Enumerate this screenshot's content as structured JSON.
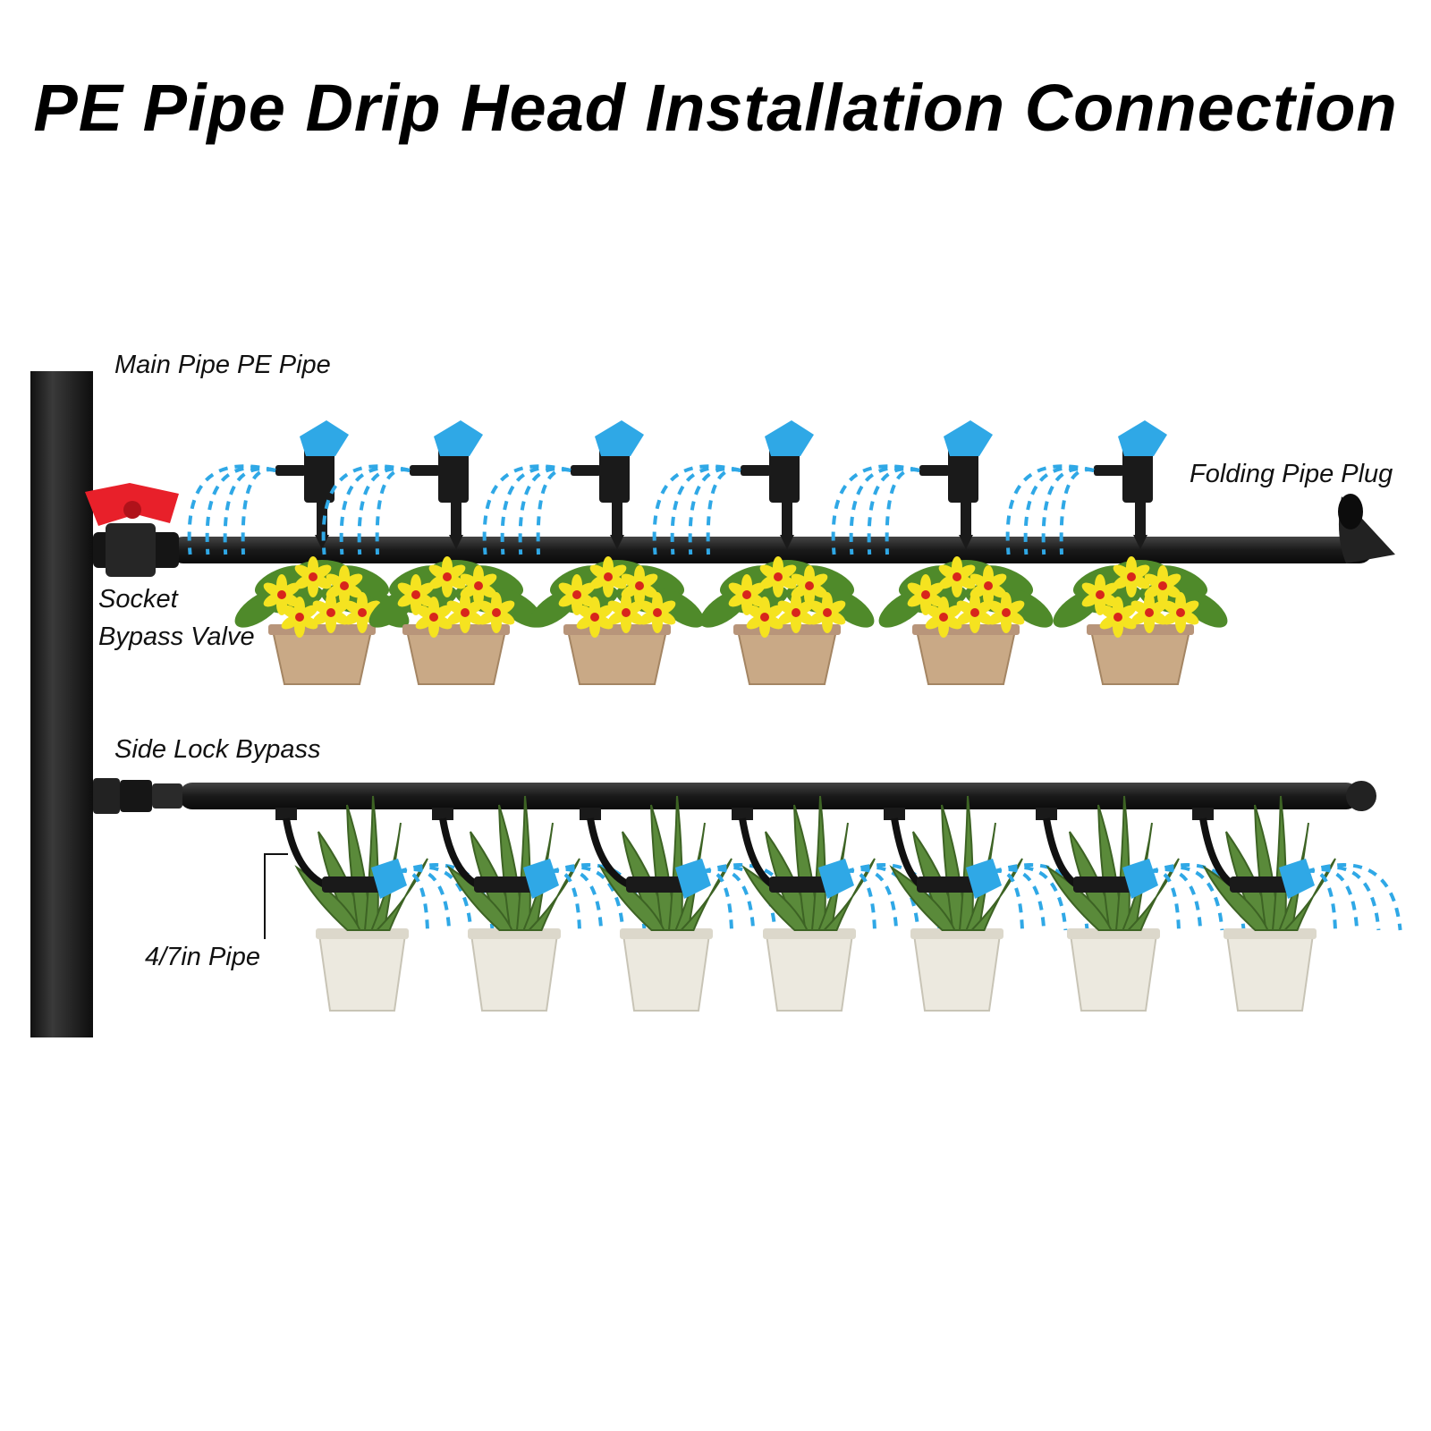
{
  "title": "PE Pipe Drip Head Installation Connection",
  "labels": {
    "main_pipe": "Main Pipe PE Pipe",
    "folding_plug": "Folding Pipe Plug",
    "socket_valve_line1": "Socket",
    "socket_valve_line2": "Bypass Valve",
    "side_lock": "Side Lock Bypass",
    "small_pipe": "4/7in Pipe"
  },
  "colors": {
    "pipe": "#1c1c1c",
    "drip_blue": "#2fa8e6",
    "valve_red": "#e8202a",
    "flower_yellow": "#f5e320",
    "clay_pot": "#c9a986",
    "white_pot": "#ece9df",
    "leaf_green": "#4f8a2a"
  },
  "icons": {
    "valve": "red-ball-valve-icon",
    "plug": "folding-plug-icon",
    "dripper": "blue-dripper-icon",
    "flower_pot": "flower-pot-icon",
    "snake_plant": "snake-plant-pot-icon"
  }
}
